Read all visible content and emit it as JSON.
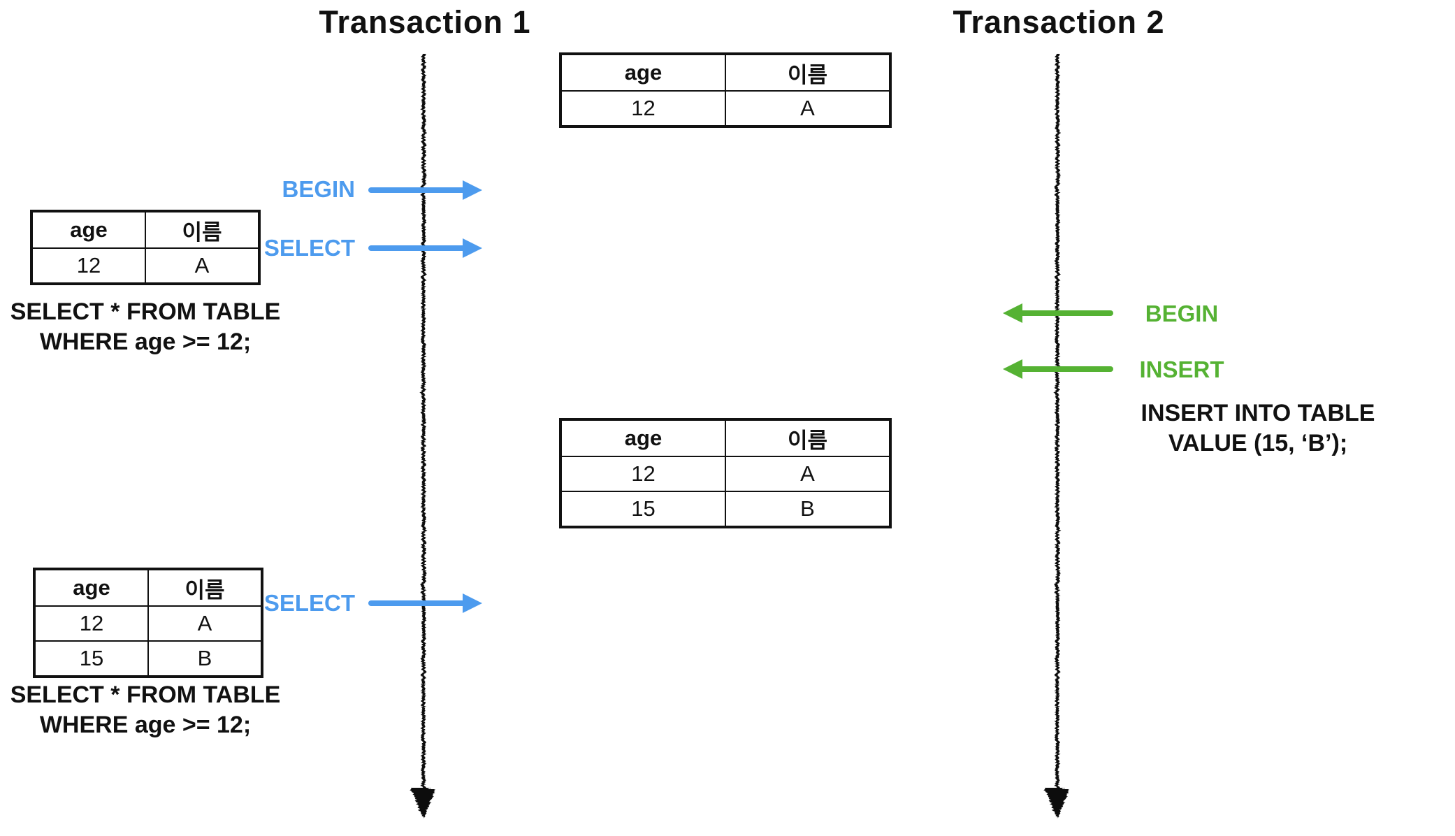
{
  "colors": {
    "blue": "#4d9bee",
    "green": "#55b233",
    "ink": "#111111"
  },
  "titles": {
    "transaction1": "Transaction 1",
    "transaction2": "Transaction 2"
  },
  "events": {
    "t1_begin": "BEGIN",
    "t1_select_first": "SELECT",
    "t1_select_second": "SELECT",
    "t2_begin": "BEGIN",
    "t2_insert": "INSERT"
  },
  "sql": {
    "select_first": {
      "line1": "SELECT * FROM TABLE",
      "line2": "WHERE age >= 12;"
    },
    "select_second": {
      "line1": "SELECT * FROM TABLE",
      "line2": "WHERE age >= 12;"
    },
    "insert": {
      "line1": "INSERT INTO TABLE",
      "line2": "VALUE (15, ‘B’);"
    }
  },
  "tables": {
    "db_initial": {
      "headers": [
        "age",
        "이름"
      ],
      "rows": [
        [
          "12",
          "A"
        ]
      ]
    },
    "t1_read1": {
      "headers": [
        "age",
        "이름"
      ],
      "rows": [
        [
          "12",
          "A"
        ]
      ]
    },
    "db_after_insert": {
      "headers": [
        "age",
        "이름"
      ],
      "rows": [
        [
          "12",
          "A"
        ],
        [
          "15",
          "B"
        ]
      ]
    },
    "t1_read2": {
      "headers": [
        "age",
        "이름"
      ],
      "rows": [
        [
          "12",
          "A"
        ],
        [
          "15",
          "B"
        ]
      ]
    }
  }
}
